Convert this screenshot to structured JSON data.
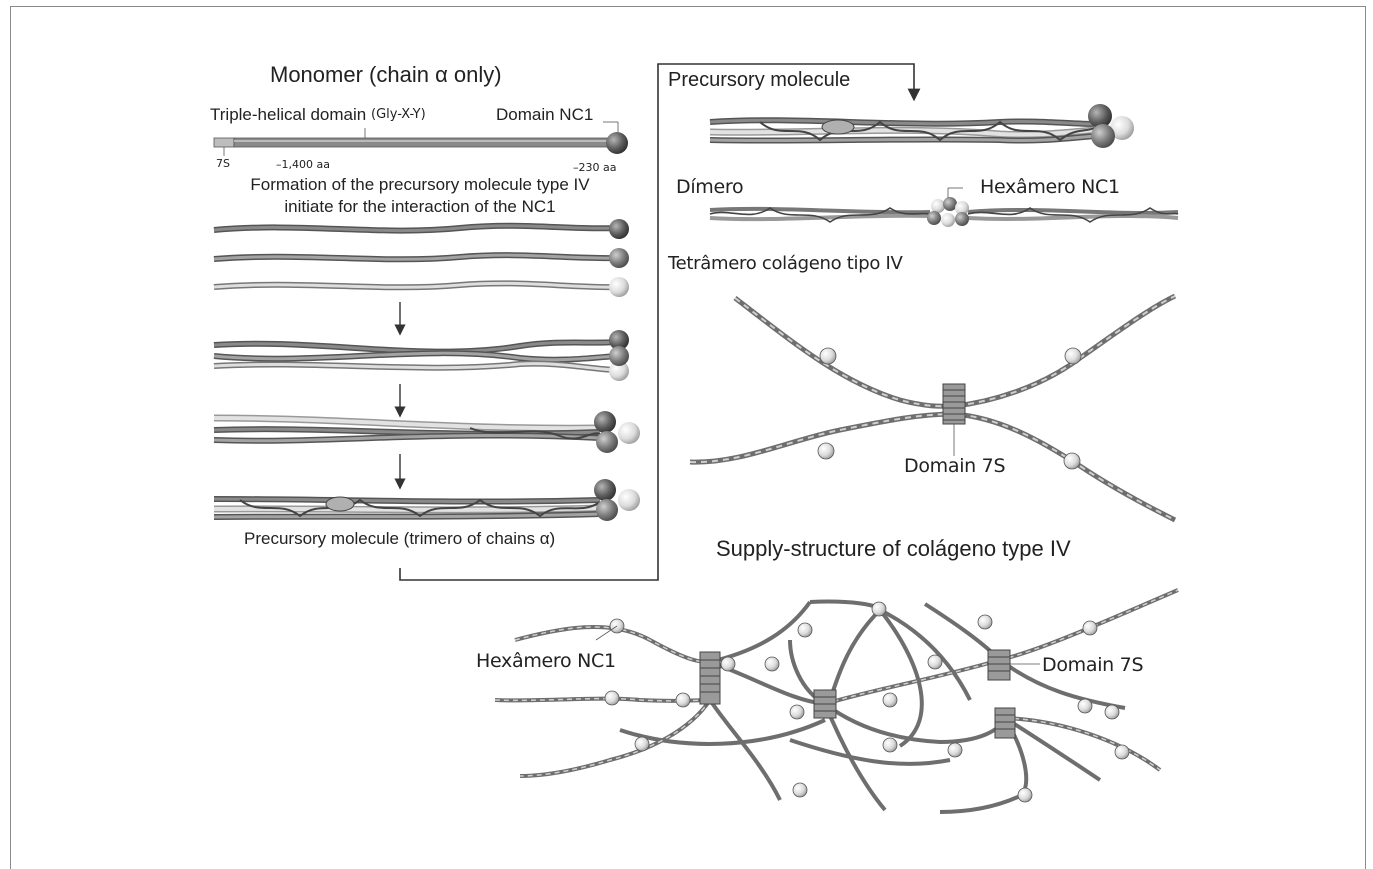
{
  "left_panel": {
    "title": "Monomer (chain α only)",
    "triple_helical_label": "Triple-helical domain",
    "triple_helical_motif": "(Gly-X-Y)",
    "domain_nc1_label": "Domain NC1",
    "tick_7s": "7S",
    "tick_1400": "–1,400 aa",
    "tick_230": "–230 aa",
    "formation_line1": "Formation of the precursory molecule type IV",
    "formation_line2": "initiate for the interaction of the NC1",
    "precursory_caption": "Precursory molecule (trimero of chains α)"
  },
  "right_panel": {
    "precursory_label": "Precursory molecule",
    "dimero_label": "Dímero",
    "hexamero_label": "Hexâmero NC1",
    "tetramero_label": "Tetrâmero colágeno tipo IV",
    "domain7s_label": "Domain 7S"
  },
  "bottom_panel": {
    "title": "Supply-structure of colágeno type IV",
    "hexamero_label": "Hexâmero NC1",
    "domain7s_label": "Domain 7S"
  },
  "colors": {
    "strand_dark": "#6e6e6e",
    "strand_mid": "#9a9a9a",
    "strand_light": "#cfcfcf",
    "globule_dark": "#5a5a5a",
    "globule_light": "#d6d6d6"
  }
}
